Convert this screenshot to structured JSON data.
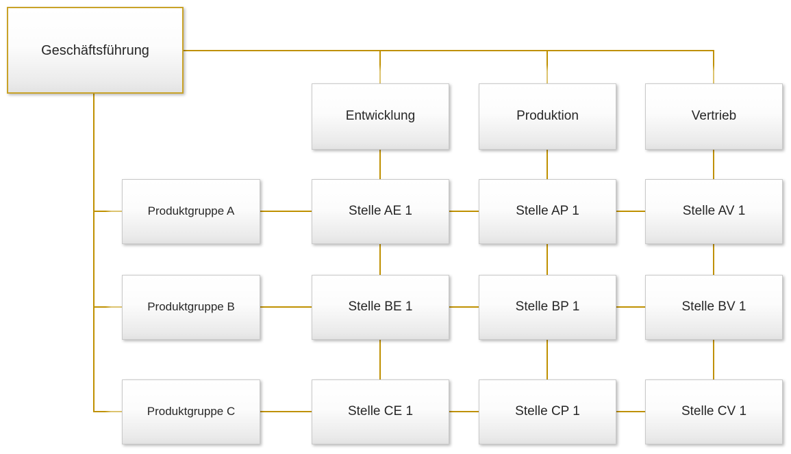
{
  "root": {
    "label": "Geschäftsführung"
  },
  "columns": [
    {
      "label": "Entwicklung"
    },
    {
      "label": "Produktion"
    },
    {
      "label": "Vertrieb"
    }
  ],
  "rows": [
    {
      "label": "Produktgruppe A",
      "cells": [
        {
          "label": "Stelle AE 1"
        },
        {
          "label": "Stelle AP 1"
        },
        {
          "label": "Stelle AV 1"
        }
      ]
    },
    {
      "label": "Produktgruppe B",
      "cells": [
        {
          "label": "Stelle BE 1"
        },
        {
          "label": "Stelle BP 1"
        },
        {
          "label": "Stelle BV 1"
        }
      ]
    },
    {
      "label": "Produktgruppe C",
      "cells": [
        {
          "label": "Stelle CE 1"
        },
        {
          "label": "Stelle CP 1"
        },
        {
          "label": "Stelle CV 1"
        }
      ]
    }
  ],
  "colors": {
    "line_dark": "#BF9000",
    "line_light": "#DCC36E",
    "root_border": "#C9A227",
    "box_border": "#C9C9C9",
    "text": "#262626",
    "background": "#FFFFFF"
  }
}
